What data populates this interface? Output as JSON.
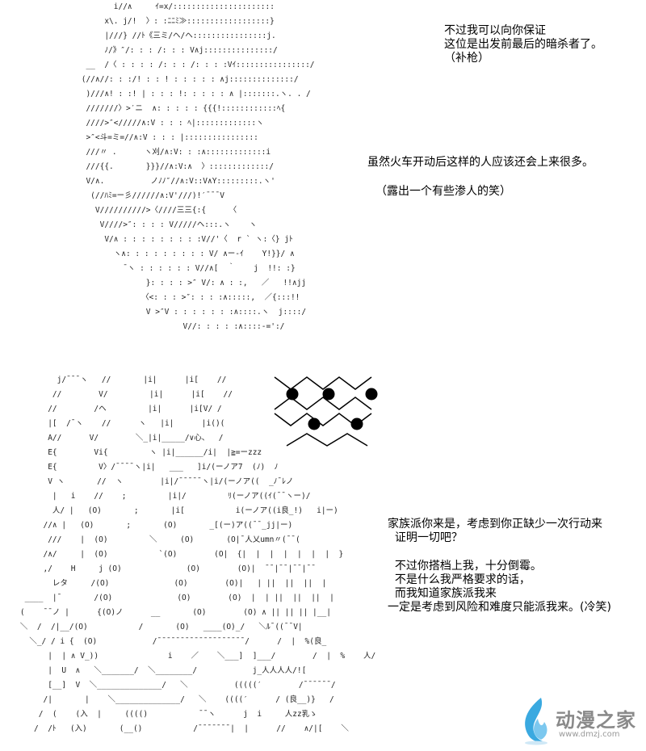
{
  "dialogue": {
    "top_right": "不过我可以向你保证\n这位是出发前最后的暗杀者了。\n（补枪）",
    "middle_1": "虽然火车开动后这样的人应该还会上来很多。",
    "middle_2": "（露出一个有些渗人的笑）",
    "bottom_1": "家族派你来是，考虑到你正缺少一次行动来\n  证明一切吧？",
    "bottom_2": "  不过你搭档上我，十分倒霉。\n  不是什么我严格要求的话，\n  而我知道家族派我来\n一定是考虑到风险和难度只能派我来。(冷笑)"
  },
  "art_top": "        i//∧     ｲ=x/::::::::::::::::::::::\n      x\\. j/!  〉: :ﾆﾆﾐ≫::::::::::::::::::}\n      |///} //ﾄ《三ミ/ヘ/ヘ::::::::::::::::j.\n      ﾉ/》″/: : : /: : : V∧j:::::::::::::::/\n  __  /〈 : : : : /: : : /: : : :Vｲ::::::::::::::::/\n (//∧//: : :/! : : ! : : : : : ∧j::::::::::::::/\n  )///∧! : :! | : : : !: : : : : ∧ |:::::::.ヽ. . /\n  ///////〉>′ニ  ∧: : : : : {{{!::::::::::::ﾍ{\n  ////>″</////∧:V : : : ﾍ|:::::::::::::ヽ\n  >″<斗=ミ=//∧:V : : : |::::::::::::::::\n  ///〃 .      ヽ刈/∧:V: : :∧:::::::::::::i\n  ///{{.       }}}//∧:V:∧  〉:::::::::::::/\n  V/∧.          ノﾉﾉ″//∧:V::V∧Y:::::::::.ヽ'\n   (//ﾊﾐ=ー彡//////∧:V'///)!′¯¯¯V\n    V//////////>〈////三三{:{     〈\n     V////>″: : : : V/////ヘ:::.ヽ    ヽ\n      V/∧ : : : : : : : : :V//'〈  r ` ヽ:〈} jﾄ\n        ヽ∧: : : : : : : : : V/ ∧ー-ｲ    Y!}}/ ∧\n          ¯ヽ : : : : : : V//∧[  ｀    j  !!: :}\n               }: : : : >″ V/: ∧ : :,   ／   !!∧jj\n              〈<: : : >″: : : :∧:::::,  ／{:::!!\n               V >″V : : : : : : :∧::::.ヽ  j::::/\n                       V//: : : : :∧::::-=':/",
  "art_bottom": "            j/¯¯¯ヽ   //       |i|      |i[    //\n           //        V/         |i|      |i[    //\n          //        /ヘ         |i|      |i[V/ /\n          |[  /¯ヽ    //      ヽ   |i|      |i()(\n          A//      V/        ＼_|i|_____/∨心、  /\n          E{        Vi{         ヽ |i|______/i|  |≧=ーzzz\n          E{         V〉/¯¯¯¯ヽ|i|   ___   ]i/(ーノア7  (ﾉ)  ﾉ\n          V ヽ       //  ヽ        |i|/¯¯¯¯¯ヽ|i/(ーノア((  _ﾉ¯ﾚノ\n           |   i    //    ;         |i|/         ﾘ(ーノア((ｲ(¯¯ヽー)/\n           人/ |   (O)       ;       |i[           i(ーノア((i良_!)   i|ー)\n         //∧ |   (O)       ;       (O)       _[(ー)ア((¯¯_jj|ー)\n          ///    |  (O)         ＼     (O)       (O|¯人乂umn〃(¯¯(\n         /∧/     |  (O)           `(O)        (O|  {|  |  |  |  |  |  |  }\n         ,/    H     j (O)              (O)        (O)|  ¯¯|¯¯|¯¯|¯¯\n           レタ     /(O)              (O)        (O)|   | ||  ||  ||  |\n     ____  |¯       /(O)              (O)        (O)  |  | ||  ||  ||  |\n    (    ¯¯ノ |      {(O)ノ      __       (O)        (O) ∧ || || || |__|\n    ＼  /  /|__/(O)           /       (O)   ____(O)_/   ＼ﾙ¯((¯¯V|\n      ＼_/ / i {  (O)            /¯¯¯¯¯¯¯¯¯¯¯¯¯¯¯¯¯¯¯/      /  |  %(良_\n          |  | ∧ V_))               i    ／    ＼___]  ]___/        /  |  %    人/\n          |  U  ∧   ＼_______/  ＼________/            j_人人人人/![\n          [__]  V  ＼______________/   ＼          (((((′        /¯¯¯¯¯¯/\n         /|       |    ＼______________/   ＼    ((((′      / (良__)}   /\n        /  (    (入  |     (((()           ¯¯ヽ      j  i     人zz乳ゝ\n       /  /ﾄ   (入)       (__()           /¯¯¯¯¯¯¯|  |      //    ∧/|[    ＼",
  "logo": {
    "text": "动漫之家",
    "url": "www.dmzj.com"
  }
}
